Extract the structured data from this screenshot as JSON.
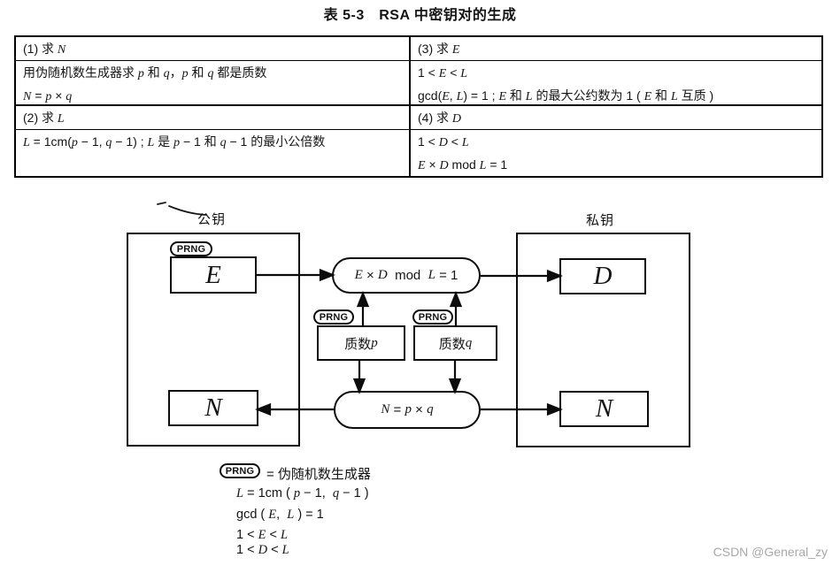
{
  "title": "表 5-3　RSA 中密钥对的生成",
  "table": {
    "cell1": {
      "header": [
        {
          "t": "(1) 求 "
        },
        {
          "t": "N",
          "v": true
        }
      ],
      "line1": [
        {
          "t": "用伪随机数生成器求 "
        },
        {
          "t": "p",
          "v": true
        },
        {
          "t": " 和 "
        },
        {
          "t": "q",
          "v": true
        },
        {
          "t": "，"
        },
        {
          "t": "p",
          "v": true
        },
        {
          "t": " 和 "
        },
        {
          "t": "q",
          "v": true
        },
        {
          "t": " 都是质数"
        }
      ],
      "line2": [
        {
          "t": "N",
          "v": true
        },
        {
          "t": " = "
        },
        {
          "t": "p",
          "v": true
        },
        {
          "t": " × "
        },
        {
          "t": "q",
          "v": true
        }
      ]
    },
    "cell3": {
      "header": [
        {
          "t": "(3) 求 "
        },
        {
          "t": "E",
          "v": true
        }
      ],
      "line1": [
        {
          "t": "1 < "
        },
        {
          "t": "E",
          "v": true
        },
        {
          "t": " < "
        },
        {
          "t": "L",
          "v": true
        }
      ],
      "line2": [
        {
          "t": "gcd("
        },
        {
          "t": "E",
          "v": true
        },
        {
          "t": ", "
        },
        {
          "t": "L",
          "v": true
        },
        {
          "t": ") = 1 ; "
        },
        {
          "t": "E",
          "v": true
        },
        {
          "t": " 和 "
        },
        {
          "t": "L",
          "v": true
        },
        {
          "t": " 的最大公约数为 1 ( "
        },
        {
          "t": "E",
          "v": true
        },
        {
          "t": " 和 "
        },
        {
          "t": "L",
          "v": true
        },
        {
          "t": " 互质 )"
        }
      ]
    },
    "cell2": {
      "header": [
        {
          "t": "(2) 求 "
        },
        {
          "t": "L",
          "v": true
        }
      ],
      "line1": [
        {
          "t": "L",
          "v": true
        },
        {
          "t": " = 1cm("
        },
        {
          "t": "p",
          "v": true
        },
        {
          "t": " − 1, "
        },
        {
          "t": "q",
          "v": true
        },
        {
          "t": " − 1) ; "
        },
        {
          "t": "L",
          "v": true
        },
        {
          "t": " 是 "
        },
        {
          "t": "p",
          "v": true
        },
        {
          "t": " − 1 和 "
        },
        {
          "t": "q",
          "v": true
        },
        {
          "t": " − 1 的最小公倍数"
        }
      ]
    },
    "cell4": {
      "header": [
        {
          "t": "(4) 求 "
        },
        {
          "t": "D",
          "v": true
        }
      ],
      "line1": [
        {
          "t": "1 < "
        },
        {
          "t": "D",
          "v": true
        },
        {
          "t": " < "
        },
        {
          "t": "L",
          "v": true
        }
      ],
      "line2": [
        {
          "t": "E",
          "v": true
        },
        {
          "t": " × "
        },
        {
          "t": "D",
          "v": true
        },
        {
          "t": " mod "
        },
        {
          "t": "L",
          "v": true
        },
        {
          "t": " = 1"
        }
      ]
    }
  },
  "diagram": {
    "public_label": "公钥",
    "private_label": "私钥",
    "prng_label": "PRNG",
    "e_label": "E",
    "d_label": "D",
    "n_left_label": "N",
    "n_right_label": "N",
    "formula_top": [
      {
        "t": "E",
        "v": true
      },
      {
        "t": " × "
      },
      {
        "t": "D",
        "v": true
      },
      {
        "t": "  mod  "
      },
      {
        "t": "L",
        "v": true
      },
      {
        "t": " = 1"
      }
    ],
    "prime_p": [
      {
        "t": "质数"
      },
      {
        "t": "p",
        "v": true
      }
    ],
    "prime_q": [
      {
        "t": "质数"
      },
      {
        "t": "q",
        "v": true
      }
    ],
    "formula_bottom": [
      {
        "t": "N",
        "v": true
      },
      {
        "t": " = "
      },
      {
        "t": "p",
        "v": true
      },
      {
        "t": " × "
      },
      {
        "t": "q",
        "v": true
      }
    ]
  },
  "legend": {
    "prng_label": "PRNG",
    "prng_eq": "= 伪随机数生成器",
    "lines": [
      [
        {
          "t": "L",
          "v": true
        },
        {
          "t": " = 1cm ( "
        },
        {
          "t": "p",
          "v": true
        },
        {
          "t": " − 1,  "
        },
        {
          "t": "q",
          "v": true
        },
        {
          "t": " − 1 )"
        }
      ],
      [
        {
          "t": "gcd ( "
        },
        {
          "t": "E",
          "v": true
        },
        {
          "t": ",  "
        },
        {
          "t": "L",
          "v": true
        },
        {
          "t": " ) = 1"
        }
      ],
      [
        {
          "t": "1 < "
        },
        {
          "t": "E",
          "v": true
        },
        {
          "t": " < "
        },
        {
          "t": "L",
          "v": true
        }
      ],
      [
        {
          "t": "1 < "
        },
        {
          "t": "D",
          "v": true
        },
        {
          "t": " < "
        },
        {
          "t": "L",
          "v": true
        }
      ]
    ]
  },
  "watermark": "CSDN @General_zy",
  "colors": {
    "ink": "#141414",
    "watermark": "#a9a9a9",
    "background": "#ffffff"
  }
}
